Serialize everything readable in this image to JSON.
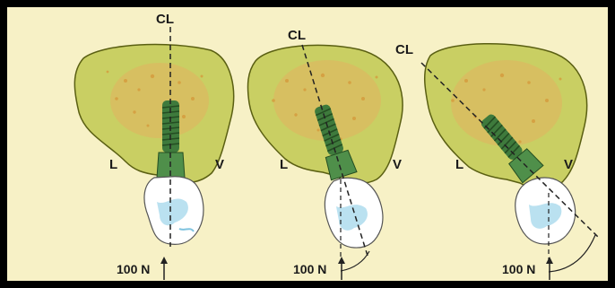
{
  "panels": [
    {
      "axis_label": "CL",
      "lingual_label": "L",
      "vestibular_label": "V",
      "force_label": "100 N"
    },
    {
      "axis_label": "CL",
      "lingual_label": "L",
      "vestibular_label": "V",
      "force_label": "100 N"
    },
    {
      "axis_label": "CL",
      "lingual_label": "L",
      "vestibular_label": "V",
      "force_label": "100 N"
    }
  ],
  "colors": {
    "frame": "#000000",
    "background": "#f7f1c6",
    "bone_fill": "#c9cf63",
    "bone_outline": "#5a5f12",
    "cancellous": "#e1b360",
    "implant": "#3e7a3c",
    "implant_dark": "#244d22",
    "crown": "#ffffff",
    "crown_tint": "#a9d9ec"
  }
}
